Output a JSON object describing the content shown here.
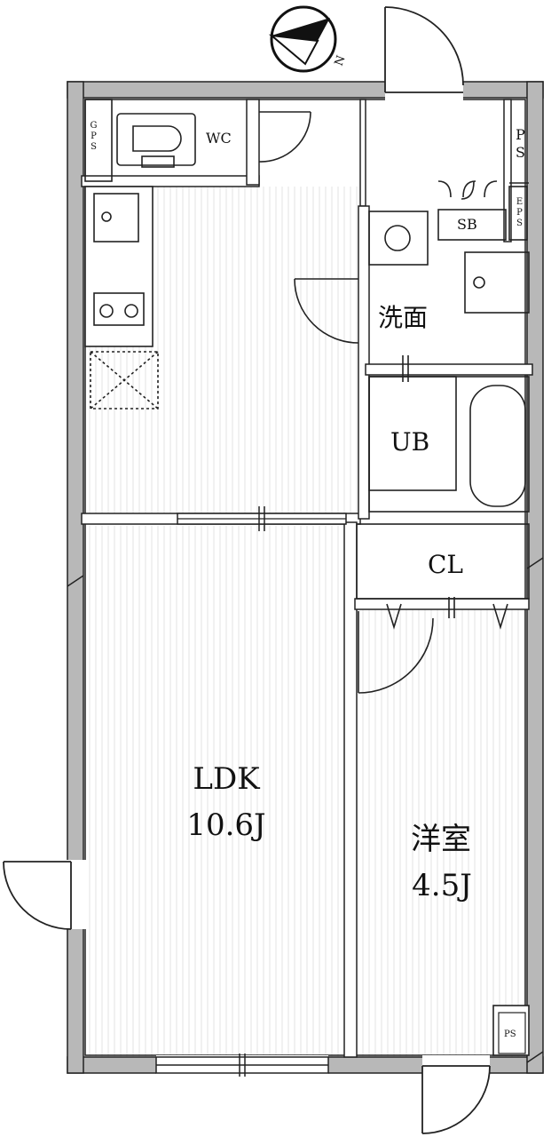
{
  "compass": {
    "north_label": "N",
    "icon": "north-arrow-icon"
  },
  "rooms": {
    "ldk": {
      "name": "LDK",
      "size": "10.6J"
    },
    "western_room": {
      "name": "洋室",
      "size": "4.5J"
    },
    "wc": {
      "name": "WC"
    },
    "washroom": {
      "name": "洗面"
    },
    "unit_bath": {
      "name": "UB"
    },
    "closet": {
      "name": "CL"
    }
  },
  "shafts": {
    "gps": "GPS",
    "ps_top": "PS",
    "sb": "SB",
    "eps": "EPS",
    "ps_bottom": "PS"
  },
  "colors": {
    "wall": "#b8b8b8",
    "line": "#222222",
    "hatch": "#e6e6e6"
  }
}
